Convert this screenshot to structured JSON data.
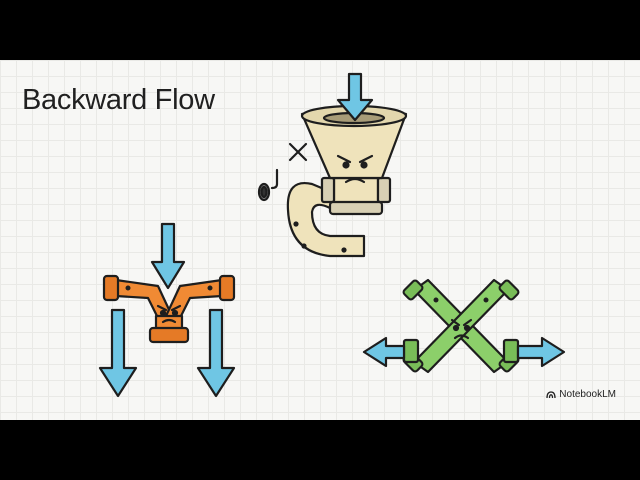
{
  "slide": {
    "title": "Backward Flow"
  },
  "brand": {
    "name": "NotebookLM",
    "icon": "notebooklm-logo-icon"
  },
  "illustrations": [
    {
      "id": "funnel-pipe",
      "icon": "angry-funnel-pipe-icon",
      "color": "#efe3bb"
    },
    {
      "id": "y-pipe",
      "icon": "angry-y-splitter-pipe-icon",
      "color": "#f08a34"
    },
    {
      "id": "x-pipe",
      "icon": "angry-cross-pipe-icon",
      "color": "#8ccf6a"
    }
  ],
  "colors": {
    "arrow": "#6fc6e4",
    "ink": "#1e1e1e",
    "background": "#f7f7f5"
  }
}
